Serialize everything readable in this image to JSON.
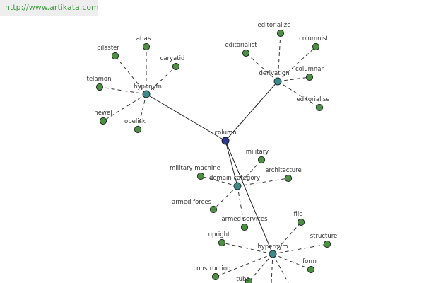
{
  "header": {
    "source_url": "http://www.artikata.com"
  },
  "colors": {
    "leaf": "#4e8f45",
    "hub": "#3e8a8a",
    "center": "#2c3a8c",
    "edge": "#333333",
    "link_text": "#3f9a3f"
  },
  "graph": {
    "center": {
      "id": "column",
      "label": "column"
    },
    "hubs": [
      {
        "id": "hyponym",
        "label": "hyponym"
      },
      {
        "id": "derivation",
        "label": "derivation"
      },
      {
        "id": "domain-category",
        "label": "domain category"
      },
      {
        "id": "hypernym",
        "label": "hypernym"
      }
    ],
    "leaves": [
      {
        "id": "atlas",
        "label": "atlas",
        "hub": "hyponym"
      },
      {
        "id": "pilaster",
        "label": "pilaster",
        "hub": "hyponym"
      },
      {
        "id": "caryatid",
        "label": "caryatid",
        "hub": "hyponym"
      },
      {
        "id": "telamon",
        "label": "telamon",
        "hub": "hyponym"
      },
      {
        "id": "newel",
        "label": "newel",
        "hub": "hyponym"
      },
      {
        "id": "obelisk",
        "label": "obelisk",
        "hub": "hyponym"
      },
      {
        "id": "editorialize",
        "label": "editorialize",
        "hub": "derivation"
      },
      {
        "id": "editorialist",
        "label": "editorialist",
        "hub": "derivation"
      },
      {
        "id": "columnist",
        "label": "columnist",
        "hub": "derivation"
      },
      {
        "id": "columnar",
        "label": "columnar",
        "hub": "derivation"
      },
      {
        "id": "editorialise",
        "label": "editorialise",
        "hub": "derivation"
      },
      {
        "id": "military",
        "label": "military",
        "hub": "domain-category"
      },
      {
        "id": "military-machine",
        "label": "military machine",
        "hub": "domain-category"
      },
      {
        "id": "architecture",
        "label": "architecture",
        "hub": "domain-category"
      },
      {
        "id": "armed-forces",
        "label": "armed forces",
        "hub": "domain-category"
      },
      {
        "id": "armed-services",
        "label": "armed services",
        "hub": "domain-category"
      },
      {
        "id": "file",
        "label": "file",
        "hub": "hypernym"
      },
      {
        "id": "upright",
        "label": "upright",
        "hub": "hypernym"
      },
      {
        "id": "structure",
        "label": "structure",
        "hub": "hypernym"
      },
      {
        "id": "form",
        "label": "form",
        "hub": "hypernym"
      },
      {
        "id": "construction",
        "label": "construction",
        "hub": "hypernym"
      },
      {
        "id": "tube",
        "label": "tube",
        "hub": "hypernym"
      }
    ],
    "extra_dashed_from": [
      "hypernym",
      "hypernym"
    ]
  }
}
